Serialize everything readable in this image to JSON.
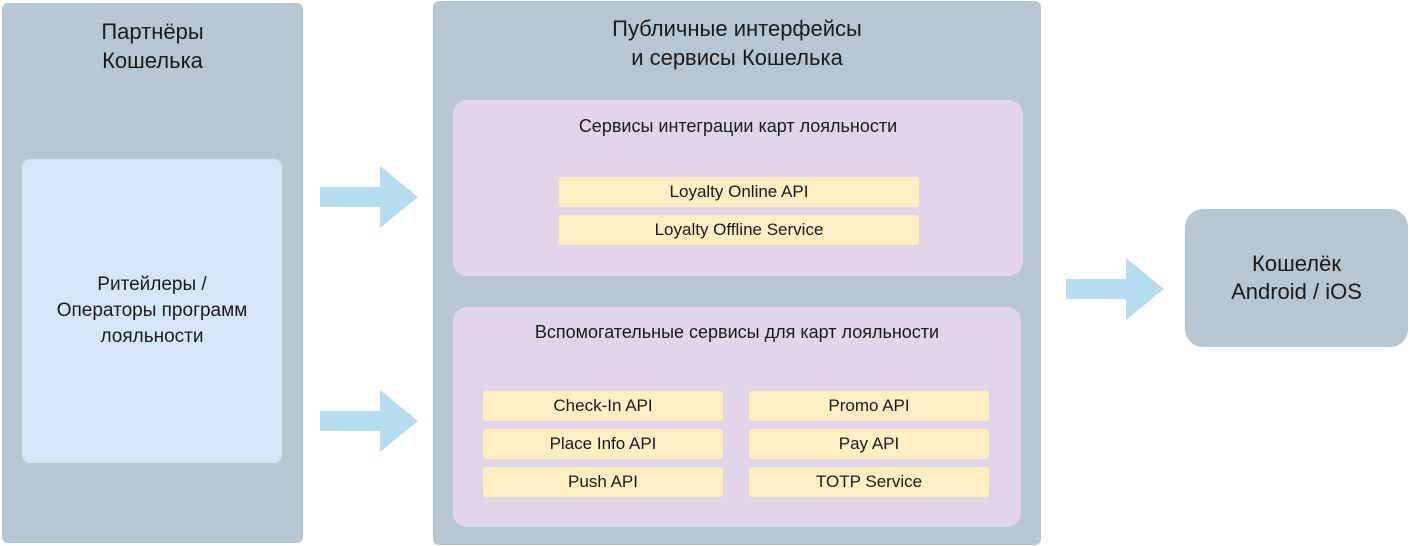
{
  "partners": {
    "title": "Партнёры\nКошелька",
    "inner": "Ритейлеры /\nОператоры программ\nлояльности"
  },
  "public": {
    "title": "Публичные интерфейсы\nи сервисы Кошелька",
    "integration": {
      "title": "Сервисы интеграции карт лояльности",
      "items": [
        "Loyalty Online API",
        "Loyalty Offline Service"
      ]
    },
    "auxiliary": {
      "title": "Вспомогательные сервисы для карт лояльности",
      "left": [
        "Check-In API",
        "Place Info API",
        "Push API"
      ],
      "right": [
        "Promo API",
        "Pay API",
        "TOTP Service"
      ]
    }
  },
  "wallet": {
    "label": "Кошелёк\nAndroid / iOS"
  },
  "colors": {
    "panel": "#b8c6d1",
    "group": "#e2d5e8",
    "inner_blue": "#d6e6f8",
    "chip": "#fdefc3",
    "arrow": "#b4ddef"
  }
}
